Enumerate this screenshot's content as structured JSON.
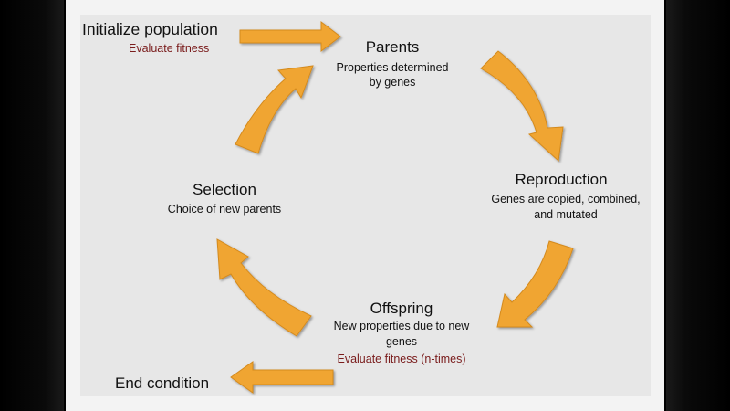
{
  "colors": {
    "arrow": "#f0a532",
    "arrow_edge": "#c97f16",
    "slide_bg": "#e7e7e7",
    "accent_text": "#7a1c1c"
  },
  "start": {
    "title": "Initialize population",
    "note": "Evaluate fitness"
  },
  "parents": {
    "title": "Parents",
    "line1": "Properties determined",
    "line2": "by genes"
  },
  "reproduction": {
    "title": "Reproduction",
    "line1": "Genes are copied, combined,",
    "line2": "and mutated"
  },
  "offspring": {
    "title": "Offspring",
    "line1": "New properties due to new",
    "line2": "genes",
    "note": "Evaluate fitness (n-times)"
  },
  "selection": {
    "title": "Selection",
    "line1": "Choice of new parents"
  },
  "end": {
    "title": "End condition"
  }
}
